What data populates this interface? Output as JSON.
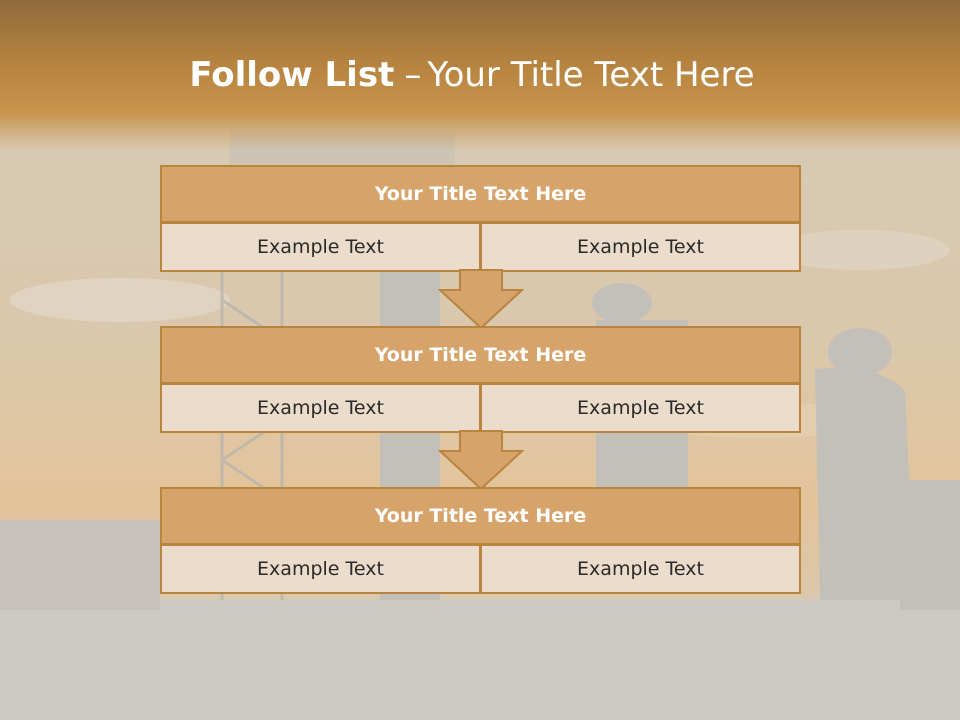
{
  "slide": {
    "title_bold": "Follow List",
    "title_dash": "–",
    "title_rest": "Your Title Text Here"
  },
  "blocks": [
    {
      "title": "Your Title Text Here",
      "left": "Example Text",
      "right": "Example Text"
    },
    {
      "title": "Your Title Text Here",
      "left": "Example Text",
      "right": "Example Text"
    },
    {
      "title": "Your Title Text Here",
      "left": "Example Text",
      "right": "Example Text"
    }
  ],
  "colors": {
    "accent": "#d6a46b",
    "border": "#b8843e",
    "cell_fill": "#ecdccb",
    "band": "#c9944c"
  },
  "icons": [
    "down-arrow-icon",
    "down-arrow-icon"
  ],
  "background": "construction-workers-silhouette-photo"
}
